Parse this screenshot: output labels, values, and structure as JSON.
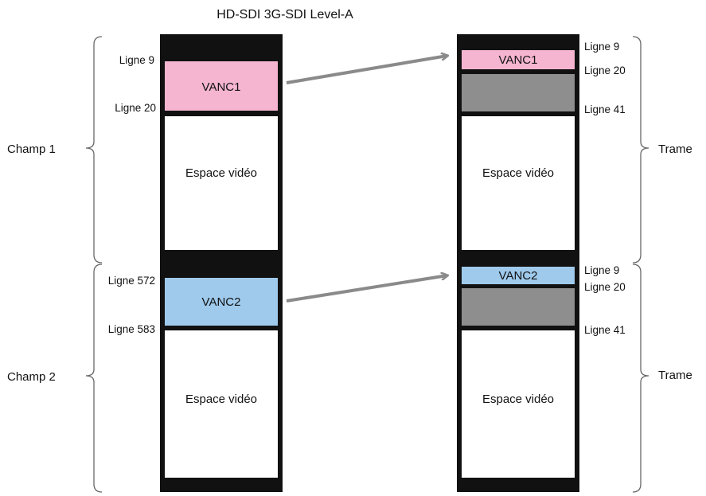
{
  "title": "HD-SDI 3G-SDI Level-A",
  "colors": {
    "vanc1": "#f5b5d0",
    "vanc2": "#9fcaec",
    "gray": "#8e8e8e",
    "frame": "#111111",
    "arrow": "#8a8a8a"
  },
  "left_column": {
    "vanc1": "VANC1",
    "vanc2": "VANC2",
    "video_1": "Espace vidéo",
    "video_2": "Espace vidéo",
    "line_labels": [
      "Ligne 9",
      "Ligne 20",
      "Ligne 572",
      "Ligne 583"
    ]
  },
  "right_column": {
    "vanc1": "VANC1",
    "vanc2": "VANC2",
    "video_1": "Espace vidéo",
    "video_2": "Espace vidéo",
    "line_labels": [
      "Ligne 9",
      "Ligne 20",
      "Ligne 41",
      "Ligne 9",
      "Ligne 20",
      "Ligne 41"
    ]
  },
  "left_braces": [
    "Champ 1",
    "Champ 2"
  ],
  "right_braces": [
    "Trame",
    "Trame"
  ]
}
